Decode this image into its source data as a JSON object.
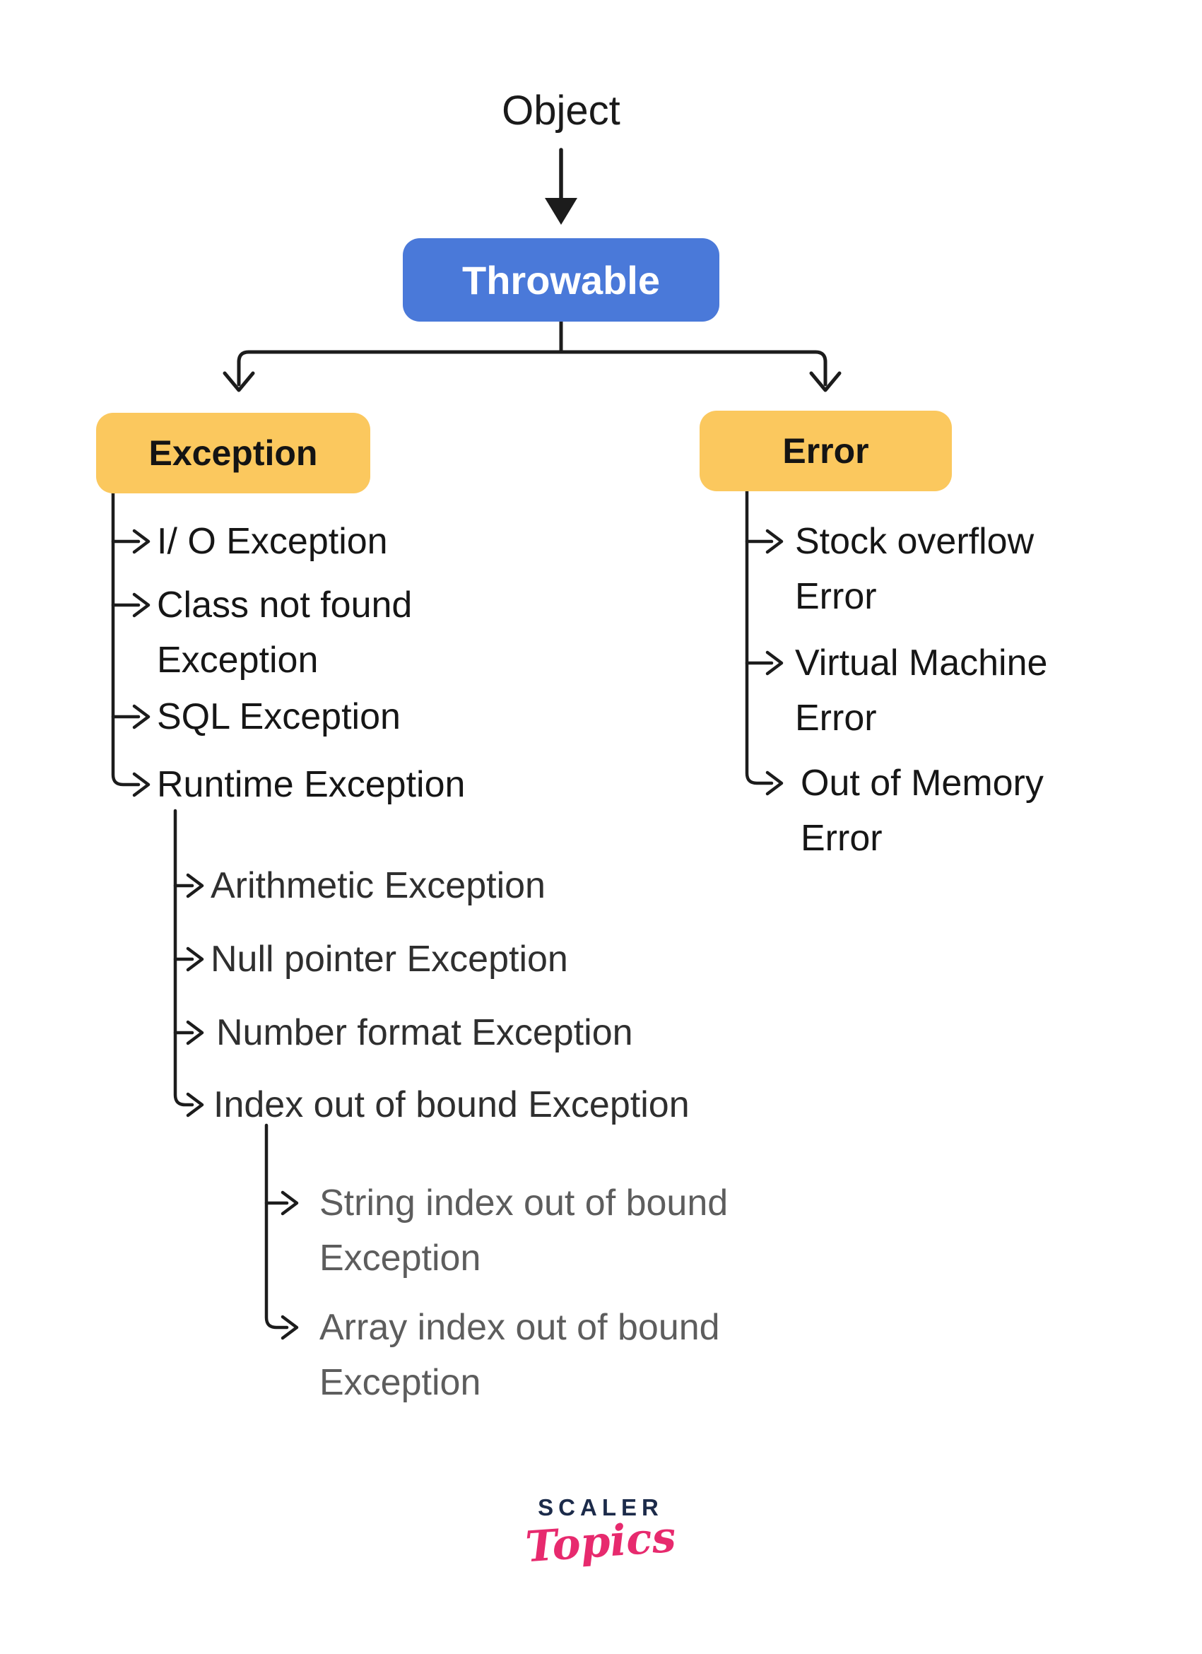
{
  "diagram": {
    "root": {
      "label": "Object"
    },
    "throwable": {
      "label": "Throwable",
      "color": "#4A79D9",
      "text_color": "#ffffff"
    },
    "exception": {
      "label": "Exception",
      "color": "#FBC85E",
      "items": [
        {
          "label": "I/ O Exception"
        },
        {
          "label": "Class not found Exception"
        },
        {
          "label": "SQL Exception"
        },
        {
          "label": "Runtime Exception"
        }
      ]
    },
    "error": {
      "label": "Error",
      "color": "#FBC85E",
      "items": [
        {
          "label": "Stock overflow Error"
        },
        {
          "label": "Virtual Machine Error"
        },
        {
          "label": "Out of Memory Error"
        }
      ]
    },
    "runtime_children": [
      {
        "label": "Arithmetic Exception"
      },
      {
        "label": "Null pointer Exception"
      },
      {
        "label": "Number format Exception"
      },
      {
        "label": "Index out of bound Exception"
      }
    ],
    "index_children": [
      {
        "label": "String index out of bound Exception"
      },
      {
        "label": "Array index out of bound Exception"
      }
    ],
    "line_color": "#1c1c1c",
    "level3_text_color": "#5d5d5d"
  },
  "branding": {
    "primary": "SCALER",
    "secondary": "Topics",
    "primary_color": "#1C2B4A",
    "secondary_color": "#E72A6E"
  }
}
